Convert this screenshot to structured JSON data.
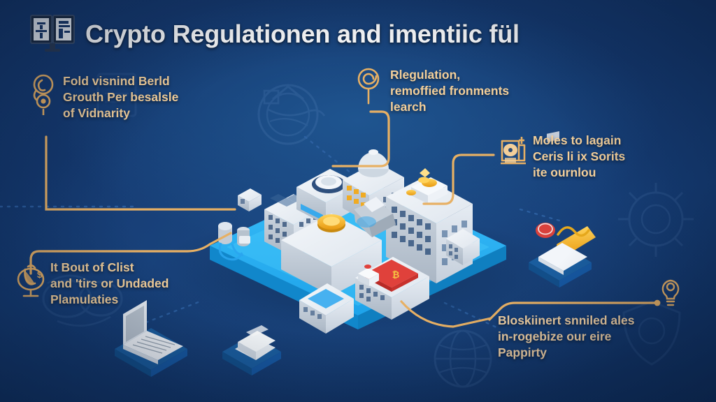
{
  "header": {
    "title": "Crypto Regulationen and imentiic fül",
    "icon": "dual-monitor-icon",
    "title_color": "#ffffff"
  },
  "theme": {
    "background_dark": "#14386e",
    "background_mid": "#1d4a85",
    "background_light": "#1f5590",
    "accent_gold": "#e7b064",
    "label_text": "#f3cf9a",
    "platform_cyan": "#29b6f5",
    "platform_cyan_dark": "#1389c9",
    "building_white": "#e9edf2",
    "building_gray": "#b9c3cd",
    "coin_gold": "#f0a81e",
    "accent_red": "#d8332f"
  },
  "callouts": [
    {
      "id": "top-left",
      "icon": "balloon-coin-icon",
      "text": "Fold visnind Berld\nGrouth Per besalsle\nof Vidnarity"
    },
    {
      "id": "top-right",
      "icon": "spiral-swirl-icon",
      "text": "Rlegulation,\nremoffied fronments\nlearch"
    },
    {
      "id": "middle-right",
      "icon": "bank-building-icon",
      "text": "Moles to lagain\nCeris li ix Sorits\nite ournlou"
    },
    {
      "id": "bottom-left",
      "icon": "lamp-coin-icon",
      "text": "It Bout of Clist\nand 'tirs or Undaded\nPlamulaties"
    },
    {
      "id": "bottom-right",
      "icon": "lightbulb-icon",
      "text": "Bloskiinert snniled ales\nin-rogebize our eire\nPappirty"
    }
  ],
  "scene": {
    "name": "isometric-crypto-city",
    "platform": "blue-isometric-platform",
    "objects": [
      {
        "name": "radar-dish-building",
        "label": ""
      },
      {
        "name": "dome-tower-building",
        "label": ""
      },
      {
        "name": "high-rise-tower",
        "label": ""
      },
      {
        "name": "gold-coin-block",
        "label": ""
      },
      {
        "name": "red-roof-building",
        "label": ""
      },
      {
        "name": "grid-window-building",
        "label": ""
      },
      {
        "name": "pipe-machinery",
        "label": ""
      },
      {
        "name": "small-cube-house",
        "label": ""
      },
      {
        "name": "mountain-rock",
        "label": ""
      },
      {
        "name": "screen-kiosk",
        "label": ""
      }
    ],
    "outer_objects": [
      {
        "name": "laptop-device",
        "position": "bottom-left"
      },
      {
        "name": "tablet-stand-device",
        "position": "bottom-center"
      },
      {
        "name": "gold-screen-laptop",
        "position": "right"
      },
      {
        "name": "red-seal-stamp",
        "position": "right"
      }
    ]
  },
  "watermarks": [
    {
      "name": "crypto-coin-watermark",
      "position": "top-center-left"
    },
    {
      "name": "chain-link-watermark",
      "position": "left-middle"
    },
    {
      "name": "gear-watermark",
      "position": "right-middle"
    },
    {
      "name": "globe-watermark",
      "position": "bottom-center"
    },
    {
      "name": "shield-watermark",
      "position": "bottom-right"
    }
  ]
}
